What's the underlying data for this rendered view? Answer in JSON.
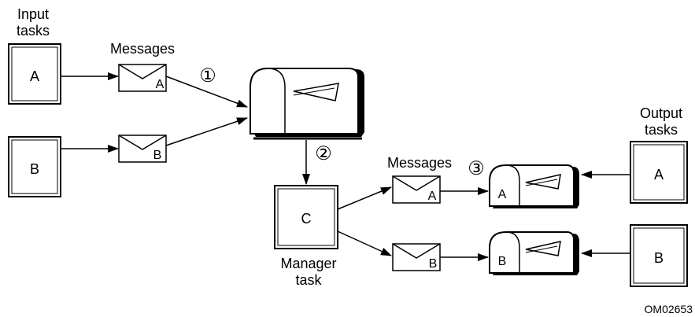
{
  "labels": {
    "input_tasks": [
      "Input",
      "tasks"
    ],
    "output_tasks": [
      "Output",
      "tasks"
    ],
    "manager_task": [
      "Manager",
      "task"
    ],
    "messages_top": "Messages",
    "messages_mid": "Messages",
    "figure_id": "OM02653"
  },
  "tasks": {
    "input_a": "A",
    "input_b": "B",
    "manager": "C",
    "output_a": "A",
    "output_b": "B"
  },
  "envelopes": {
    "top_a": "A",
    "top_b": "B",
    "right_a": "A",
    "right_b": "B"
  },
  "mailboxes": {
    "small_a": "A",
    "small_b": "B"
  },
  "steps": {
    "step1": "①",
    "step2": "②",
    "step3": "③"
  },
  "colors": {
    "stroke": "#000000",
    "fill": "#ffffff"
  }
}
